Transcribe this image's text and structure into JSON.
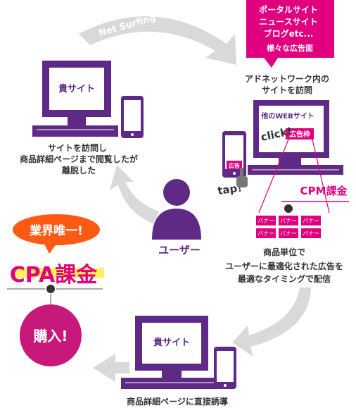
{
  "colors": {
    "purple": "#5f2a86",
    "magenta": "#e0007f",
    "orange": "#ff5a14",
    "gray": "#d9d9d9",
    "text": "#333333",
    "highlight": "#fff25a"
  },
  "flow": {
    "arrow_top_label": "Net Surfing",
    "tap_label": "tap!",
    "click_label": "click!"
  },
  "bubble": {
    "line1": "ポータルサイト",
    "line2": "ニュースサイト",
    "line3": "ブログetc...",
    "line4": "様々な広告面"
  },
  "ad_network": {
    "caption_line1": "アドネットワーク内の",
    "caption_line2": "サイトを訪問",
    "screen_title": "他のWEBサイト",
    "ad_slot_label": "広告枠",
    "phone_ad_label": "広告"
  },
  "your_site_top": {
    "screen_label": "貴サイト",
    "caption_line1": "サイトを訪問し",
    "caption_line2": "商品詳細ページまで閲覧したが",
    "caption_line3": "離脱した"
  },
  "user": {
    "label": "ユーザー"
  },
  "cpm": {
    "label": "CPM課金",
    "banner_label": "バナー",
    "caption_line1": "商品単位で",
    "caption_line2": "ユーザーに最適化された広告を",
    "caption_line3": "最適なタイミングで配信"
  },
  "cpa": {
    "badge": "業界唯一!",
    "label": "CPA課金",
    "purchase": "購入!"
  },
  "your_site_bottom": {
    "screen_label": "貴サイト",
    "caption": "商品詳細ページに直接誘導"
  }
}
